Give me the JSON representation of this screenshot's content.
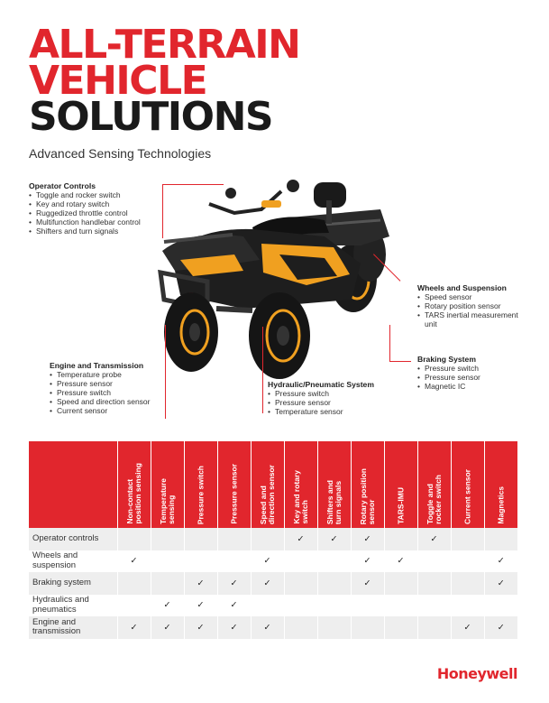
{
  "title": {
    "line1": "ALL-TERRAIN",
    "line2": "VEHICLE",
    "line3": "SOLUTIONS"
  },
  "subtitle": "Advanced Sensing Technologies",
  "callouts": {
    "operator": {
      "heading": "Operator Controls",
      "items": [
        "Toggle and rocker switch",
        "Key and rotary switch",
        "Ruggedized throttle control",
        "Multifunction handlebar control",
        "Shifters and turn signals"
      ]
    },
    "wheels": {
      "heading": "Wheels and Suspension",
      "items": [
        "Speed sensor",
        "Rotary position sensor",
        "TARS inertial measurement unit"
      ]
    },
    "braking": {
      "heading": "Braking System",
      "items": [
        "Pressure switch",
        "Pressure sensor",
        "Magnetic IC"
      ]
    },
    "engine": {
      "heading": "Engine and Transmission",
      "items": [
        "Temperature probe",
        "Pressure sensor",
        "Pressure switch",
        "Speed and direction sensor",
        "Current sensor"
      ]
    },
    "hydraulic": {
      "heading": "Hydraulic/Pneumatic System",
      "items": [
        "Pressure switch",
        "Pressure sensor",
        "Temperature sensor"
      ]
    }
  },
  "table": {
    "columns": [
      "Non-contact\nposition sensing",
      "Tempera­ture\nsensing",
      "Pressure switch",
      "Pressure sensor",
      "Speed and\ndirection sensor",
      "Key and rotary\nswitch",
      "Shifters and\nturn signals",
      "Rotary position\nsensor",
      "TARS-IMU",
      "Toggle and\nrocker switch",
      "Current sensor",
      "Magnetics"
    ],
    "rows": [
      {
        "label": "Operator controls",
        "cells": [
          "",
          "",
          "",
          "",
          "",
          "✓",
          "✓",
          "✓",
          "",
          "✓",
          "",
          ""
        ]
      },
      {
        "label": "Wheels and suspension",
        "cells": [
          "✓",
          "",
          "",
          "",
          "✓",
          "",
          "",
          "✓",
          "✓",
          "",
          "",
          "✓"
        ]
      },
      {
        "label": "Braking system",
        "cells": [
          "",
          "",
          "✓",
          "✓",
          "✓",
          "",
          "",
          "✓",
          "",
          "",
          "",
          "✓"
        ]
      },
      {
        "label": "Hydraulics and pneumatics",
        "cells": [
          "",
          "✓",
          "✓",
          "✓",
          "",
          "",
          "",
          "",
          "",
          "",
          "",
          ""
        ]
      },
      {
        "label": "Engine and transmission",
        "cells": [
          "✓",
          "✓",
          "✓",
          "✓",
          "✓",
          "",
          "",
          "",
          "",
          "",
          "✓",
          "✓"
        ]
      }
    ]
  },
  "brand": "Honeywell",
  "colors": {
    "accent": "#e1262d",
    "atv_body": "#1c1c1c",
    "atv_accent": "#f0a020"
  }
}
